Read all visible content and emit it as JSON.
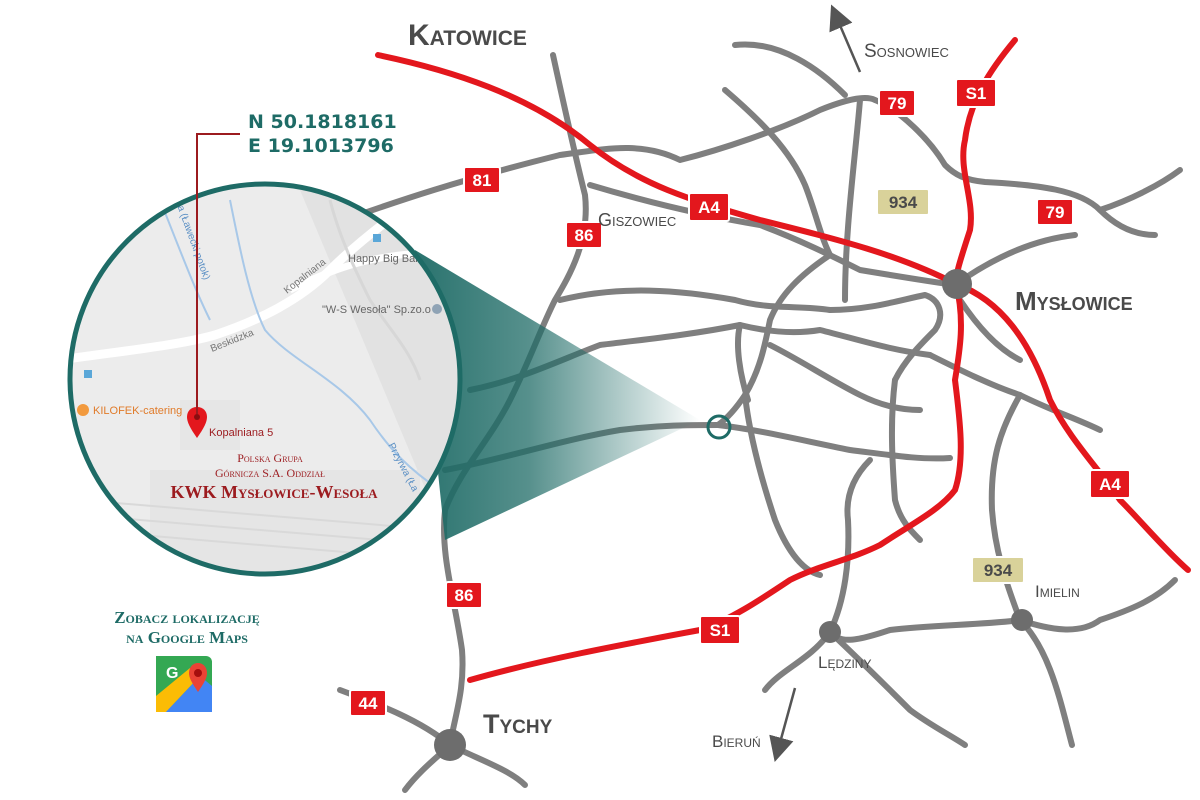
{
  "cities": {
    "katowice": "Katowice",
    "myslowice": "Mysłowice",
    "tychy": "Tychy",
    "sosnowiec": "Sosnowiec",
    "giszowiec": "Giszowiec",
    "ledziny": "Lędziny",
    "imielin": "Imielin",
    "bierun": "Bieruń"
  },
  "road_badges": {
    "r81": "81",
    "r86a": "86",
    "r86b": "86",
    "r79a": "79",
    "r79b": "79",
    "r44": "44",
    "a4a": "A4",
    "a4b": "A4",
    "s1a": "S1",
    "s1b": "S1",
    "r934a": "934",
    "r934b": "934"
  },
  "coordinates": {
    "lat": "N 50.1818161",
    "lon": "E 19.1013796"
  },
  "inset": {
    "pin_label": "Kopalniana 5",
    "company_line1": "Polska Grupa",
    "company_line2": "Górnicza S.A. Oddział",
    "company_name": "KWK Mysłowice-Wesoła",
    "poi_happy": "Happy Big Band",
    "poi_ws": "\"W-S Wesoła\" Sp.zo.o",
    "poi_kilofek": "KILOFEK-catering",
    "street_beskidzka": "Beskidzka",
    "street_kopalniana": "Kopalniana",
    "river_lawecki": "wa (Ławecki potok)",
    "river_przyrwa": "Przyrwa (Ła"
  },
  "google_maps_link": {
    "line1": "Zobacz lokalizację",
    "line2": "na Google Maps"
  },
  "colors": {
    "teal": "#1e6b66",
    "road_red": "#e3171d",
    "road_gray": "#7f7f7f",
    "company_red": "#9c1b1f"
  }
}
